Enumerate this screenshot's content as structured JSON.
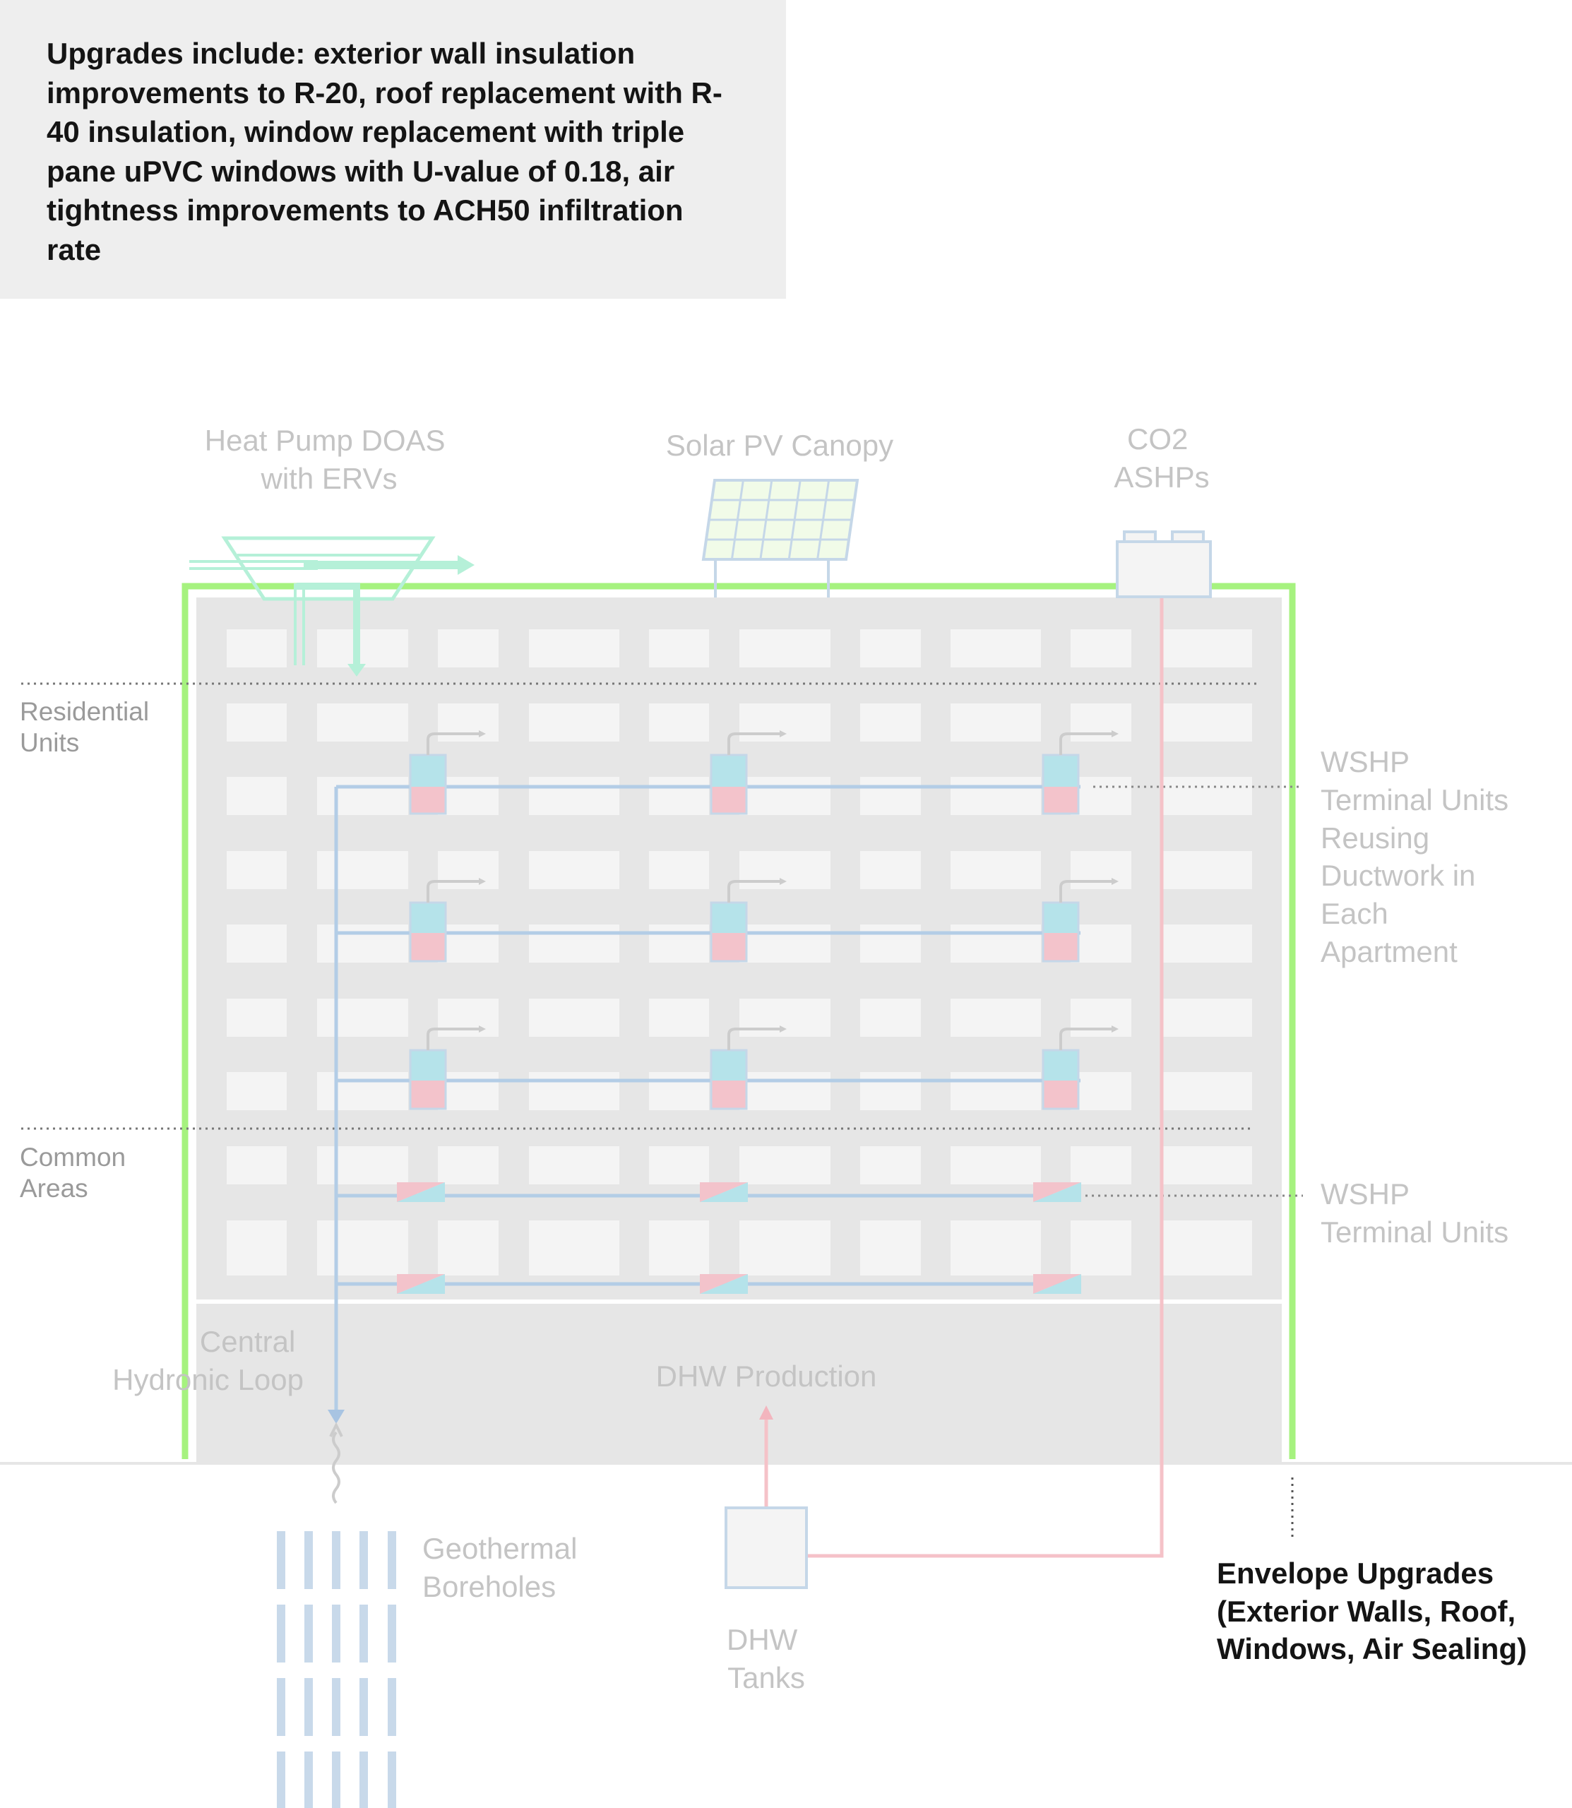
{
  "note": {
    "text": "Upgrades include: exterior wall insulation improvements to R-20, roof replacement with R-40 insulation, window replacement with triple pane uPVC windows with U-value of 0.18, air tightness improvements to ACH50 infiltration rate"
  },
  "labels": {
    "doas": [
      "Heat Pump DOAS",
      "with ERVs"
    ],
    "solar": [
      "Solar PV Canopy"
    ],
    "ashp": [
      "CO2",
      "ASHPs"
    ],
    "residential": [
      "Residential",
      "Units"
    ],
    "common": [
      "Common",
      "Areas"
    ],
    "wshp_res": [
      "WSHP",
      "Terminal Units",
      "Reusing",
      "Ductwork in",
      "Each",
      "Apartment"
    ],
    "wshp_common": [
      "WSHP",
      "Terminal Units"
    ],
    "loop": [
      "Central",
      "Hydronic Loop"
    ],
    "dhw_production": [
      "DHW Production"
    ],
    "geothermal": [
      "Geothermal",
      "Boreholes"
    ],
    "dhw_tanks": [
      "DHW",
      "Tanks"
    ],
    "envelope": [
      "Envelope Upgrades",
      "(Exterior Walls, Roof,",
      "Windows, Air Sealing)"
    ]
  },
  "colors": {
    "envelope_outline": "#a6f27f",
    "building_fill": "#e6e6e6",
    "window": "#f4f4f4",
    "water_loop": "#b3cde6",
    "cooling": "#b5e3ea",
    "heating": "#f3c3cb",
    "hot_water_line": "#f5c2c8",
    "doas": "#b5f0d8",
    "faded_label": "#c4c4c4",
    "callout_label": "#141414"
  }
}
